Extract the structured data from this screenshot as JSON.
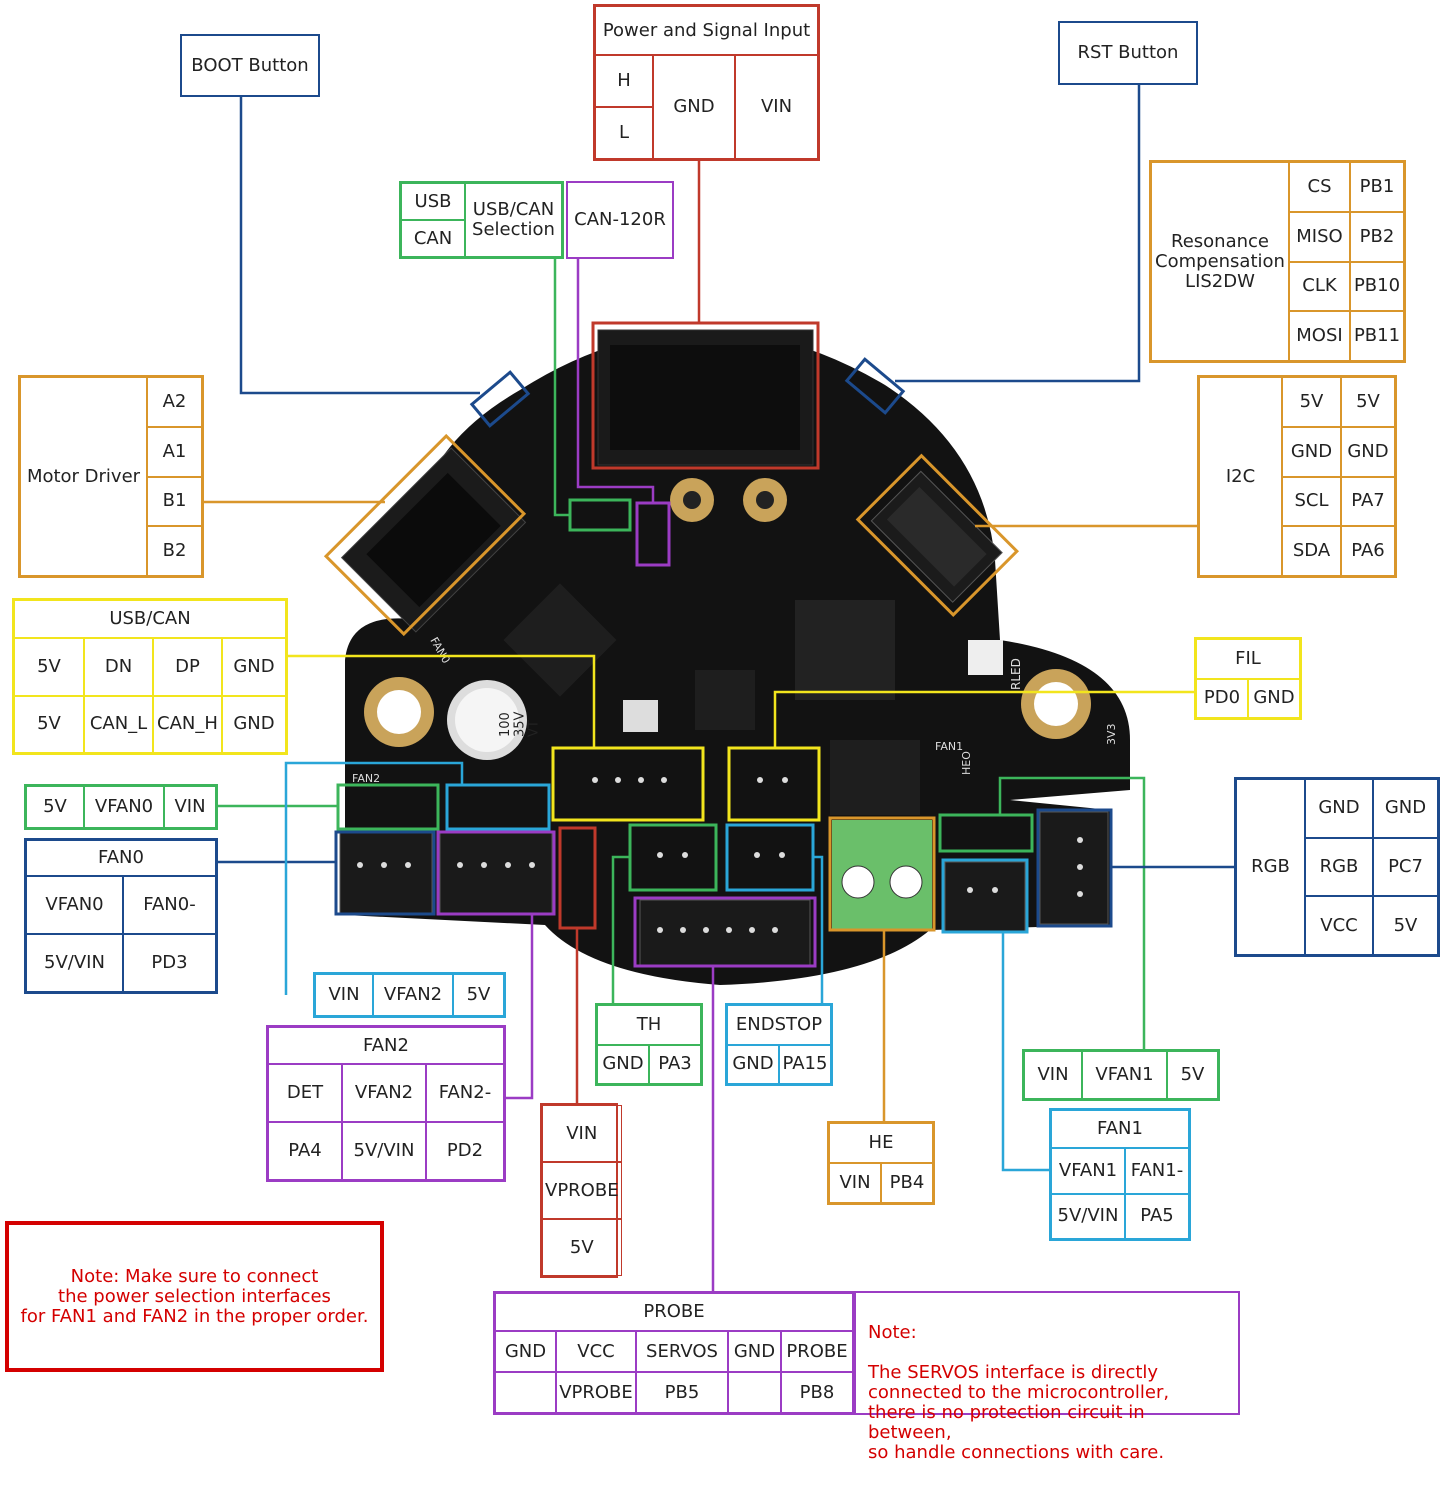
{
  "colors": {
    "blue": "#1c4a8c",
    "red": "#c0392b",
    "green": "#3cb55b",
    "purple": "#9b3cc4",
    "orange": "#d9962b",
    "yellow": "#f2e51d",
    "cyan": "#2aa6d8",
    "note_red": "#d40000",
    "board": "#121212",
    "gold": "#c9a35a"
  },
  "boot": {
    "label": "BOOT Button"
  },
  "rst": {
    "label": "RST Button"
  },
  "power": {
    "title": "Power and Signal Input",
    "h": "H",
    "l": "L",
    "gnd": "GND",
    "vin": "VIN"
  },
  "usbcan_sel": {
    "usb": "USB",
    "can": "CAN",
    "label": "USB/CAN\nSelection"
  },
  "can120r": {
    "label": "CAN-120R"
  },
  "resonance": {
    "title": "Resonance\nCompensation\nLIS2DW",
    "rows": [
      [
        "CS",
        "PB1"
      ],
      [
        "MISO",
        "PB2"
      ],
      [
        "CLK",
        "PB10"
      ],
      [
        "MOSI",
        "PB11"
      ]
    ]
  },
  "i2c": {
    "title": "I2C",
    "rows": [
      [
        "5V",
        "5V"
      ],
      [
        "GND",
        "GND"
      ],
      [
        "SCL",
        "PA7"
      ],
      [
        "SDA",
        "PA6"
      ]
    ]
  },
  "motor": {
    "title": "Motor Driver",
    "pins": [
      "A2",
      "A1",
      "B1",
      "B2"
    ]
  },
  "usbcan": {
    "title": "USB/CAN",
    "row1": [
      "5V",
      "DN",
      "DP",
      "GND"
    ],
    "row2": [
      "5V",
      "CAN_L",
      "CAN_H",
      "GND"
    ]
  },
  "fil": {
    "title": "FIL",
    "pins": [
      "PD0",
      "GND"
    ]
  },
  "rgb": {
    "title": "RGB",
    "rows": [
      [
        "GND",
        "GND"
      ],
      [
        "RGB",
        "PC7"
      ],
      [
        "VCC",
        "5V"
      ]
    ]
  },
  "vfan0_sel": {
    "pins": [
      "5V",
      "VFAN0",
      "VIN"
    ]
  },
  "fan0": {
    "title": "FAN0",
    "rows": [
      [
        "VFAN0",
        "FAN0-"
      ],
      [
        "5V/VIN",
        "PD3"
      ]
    ]
  },
  "vfan2_sel": {
    "pins": [
      "VIN",
      "VFAN2",
      "5V"
    ]
  },
  "fan2": {
    "title": "FAN2",
    "rows": [
      [
        "DET",
        "VFAN2",
        "FAN2-"
      ],
      [
        "PA4",
        "5V/VIN",
        "PD2"
      ]
    ]
  },
  "th": {
    "title": "TH",
    "pins": [
      "GND",
      "PA3"
    ]
  },
  "endstop": {
    "title": "ENDSTOP",
    "pins": [
      "GND",
      "PA15"
    ]
  },
  "vprobe_sel": {
    "pins": [
      "VIN",
      "VPROBE",
      "5V"
    ]
  },
  "he": {
    "title": "HE",
    "pins": [
      "VIN",
      "PB4"
    ]
  },
  "vfan1_sel": {
    "pins": [
      "VIN",
      "VFAN1",
      "5V"
    ]
  },
  "fan1": {
    "title": "FAN1",
    "rows": [
      [
        "VFAN1",
        "FAN1-"
      ],
      [
        "5V/VIN",
        "PA5"
      ]
    ]
  },
  "probe": {
    "title": "PROBE",
    "row1": [
      "GND",
      "VCC",
      "SERVOS",
      "GND",
      "PROBE"
    ],
    "row2": [
      "",
      "VPROBE",
      "PB5",
      "",
      "PB8"
    ]
  },
  "board": {
    "fan_label_1": "FAN0",
    "fan_label_2": "FAN2",
    "fan_label_3": "FAN1",
    "rled": "RLED",
    "cap": "100\n35V\nVT",
    "v33": "3V3",
    "heo": "HEO"
  },
  "note_fan": {
    "text": "Note: Make sure to connect\nthe power selection interfaces\nfor FAN1 and FAN2 in the proper order."
  },
  "note_servo": {
    "title": "Note:",
    "text": "The SERVOS interface is directly\nconnected to the microcontroller,\nthere is no protection circuit in between,\nso handle connections with care."
  }
}
